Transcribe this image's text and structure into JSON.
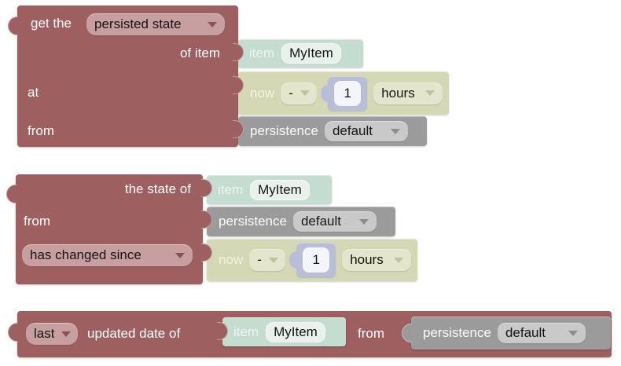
{
  "palette": {
    "block_maroon": "#9d5f60",
    "block_teal": "#c5dcd1",
    "block_olive": "#d5d8b4",
    "block_gray": "#9b9b9b",
    "block_lavender": "#b9bed8",
    "dropdown_pink": "#c89fa1",
    "dropdown_olive": "#e3e5cc",
    "dropdown_gray": "#c9c9c9",
    "field_light": "#e9f1ec",
    "background": "#ffffff"
  },
  "block1": {
    "label_get_the": "get the",
    "dropdown_persisted_state": "persisted state",
    "label_of_item": "of item",
    "label_at": "at",
    "label_from": "from",
    "item": {
      "label": "item",
      "value": "MyItem"
    },
    "datetime": {
      "label": "now",
      "op": "-",
      "amount": "1",
      "unit": "hours"
    },
    "persistence": {
      "label": "persistence",
      "value": "default"
    }
  },
  "block2": {
    "label_the_state_of": "the state of",
    "label_from": "from",
    "dropdown_has_changed_since": "has changed since",
    "item": {
      "label": "item",
      "value": "MyItem"
    },
    "persistence": {
      "label": "persistence",
      "value": "default"
    },
    "datetime": {
      "label": "now",
      "op": "-",
      "amount": "1",
      "unit": "hours"
    }
  },
  "block3": {
    "dropdown_last": "last",
    "label_updated_date_of": "updated date of",
    "label_from": "from",
    "item": {
      "label": "item",
      "value": "MyItem"
    },
    "persistence": {
      "label": "persistence",
      "value": "default"
    }
  }
}
